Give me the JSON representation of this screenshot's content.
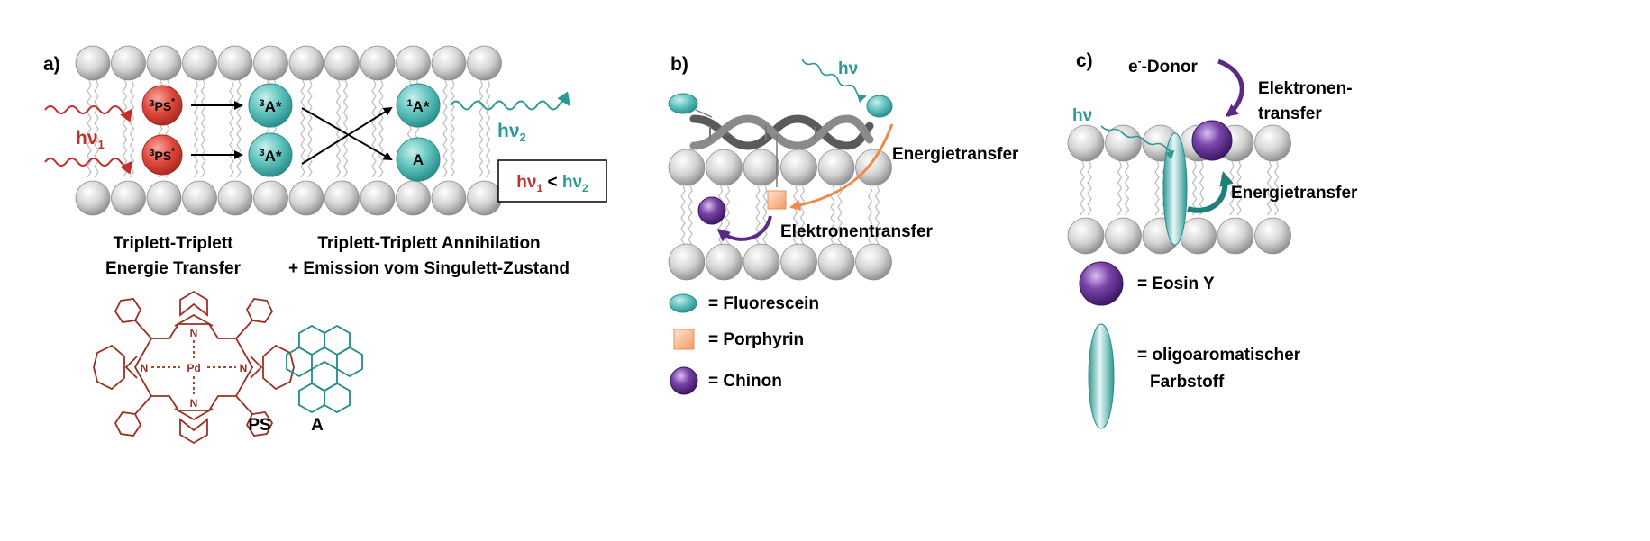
{
  "colors": {
    "red": "#c0312b",
    "teal": "#2b9a96",
    "purple": "#5b2a86",
    "orange": "#f4a06b",
    "grey": "#c8c8c8",
    "structure_red": "#9b2f22",
    "structure_teal": "#1f8a87"
  },
  "panel_a": {
    "label": "a)",
    "hv1": "hν",
    "hv1_sub": "1",
    "hv2": "hν",
    "hv2_sub": "2",
    "ps_sup": "3",
    "ps": "PS",
    "ps_star": "*",
    "a_trip_sup": "3",
    "a_sing_sup": "1",
    "a": "A*",
    "a_ground": "A",
    "ineq_left": "hν",
    "ineq_left_sub": "1",
    "ineq_op": " < ",
    "ineq_right": "hν",
    "ineq_right_sub": "2",
    "caption_left_1": "Triplett-Triplett",
    "caption_left_2": "Energie Transfer",
    "caption_right_1": "Triplett-Triplett Annihilation",
    "caption_right_2": "+ Emission vom Singulett-Zustand",
    "struct_ps_label": "PS",
    "struct_a_label": "A",
    "struct_pd": "Pd",
    "struct_n": "N"
  },
  "panel_b": {
    "label": "b)",
    "hv": "hν",
    "energietransfer": "Energietransfer",
    "elektronentransfer": "Elektronentransfer",
    "legend": [
      {
        "icon": "fluorescein",
        "text": "= Fluorescein"
      },
      {
        "icon": "porphyrin",
        "text": "= Porphyrin"
      },
      {
        "icon": "chinon",
        "text": "= Chinon"
      }
    ]
  },
  "panel_c": {
    "label": "c)",
    "donor_e": "e",
    "donor_sup": "-",
    "donor_rest": "-Donor",
    "elektronen_1": "Elektronen-",
    "elektronen_2": "transfer",
    "hv": "hν",
    "energietransfer": "Energietransfer",
    "legend_eosin": "= Eosin Y",
    "legend_oligo_1": "= oligoaromatischer",
    "legend_oligo_2": "Farbstoff"
  }
}
